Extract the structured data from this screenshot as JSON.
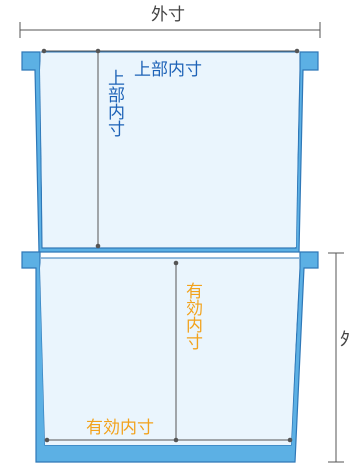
{
  "diagram": {
    "outer_size_label": "外寸",
    "upper_inner_label": "上部内寸",
    "effective_inner_label": "有効内寸",
    "side_outer_label": "外寸"
  },
  "colors": {
    "wall_fill": "#5cb0e4",
    "wall_stroke": "#2f78b8",
    "interior_fill": "#eaf5fd",
    "dim_line": "#555555",
    "upper_label": "#1d62b7",
    "effective_label": "#f2a21c"
  }
}
